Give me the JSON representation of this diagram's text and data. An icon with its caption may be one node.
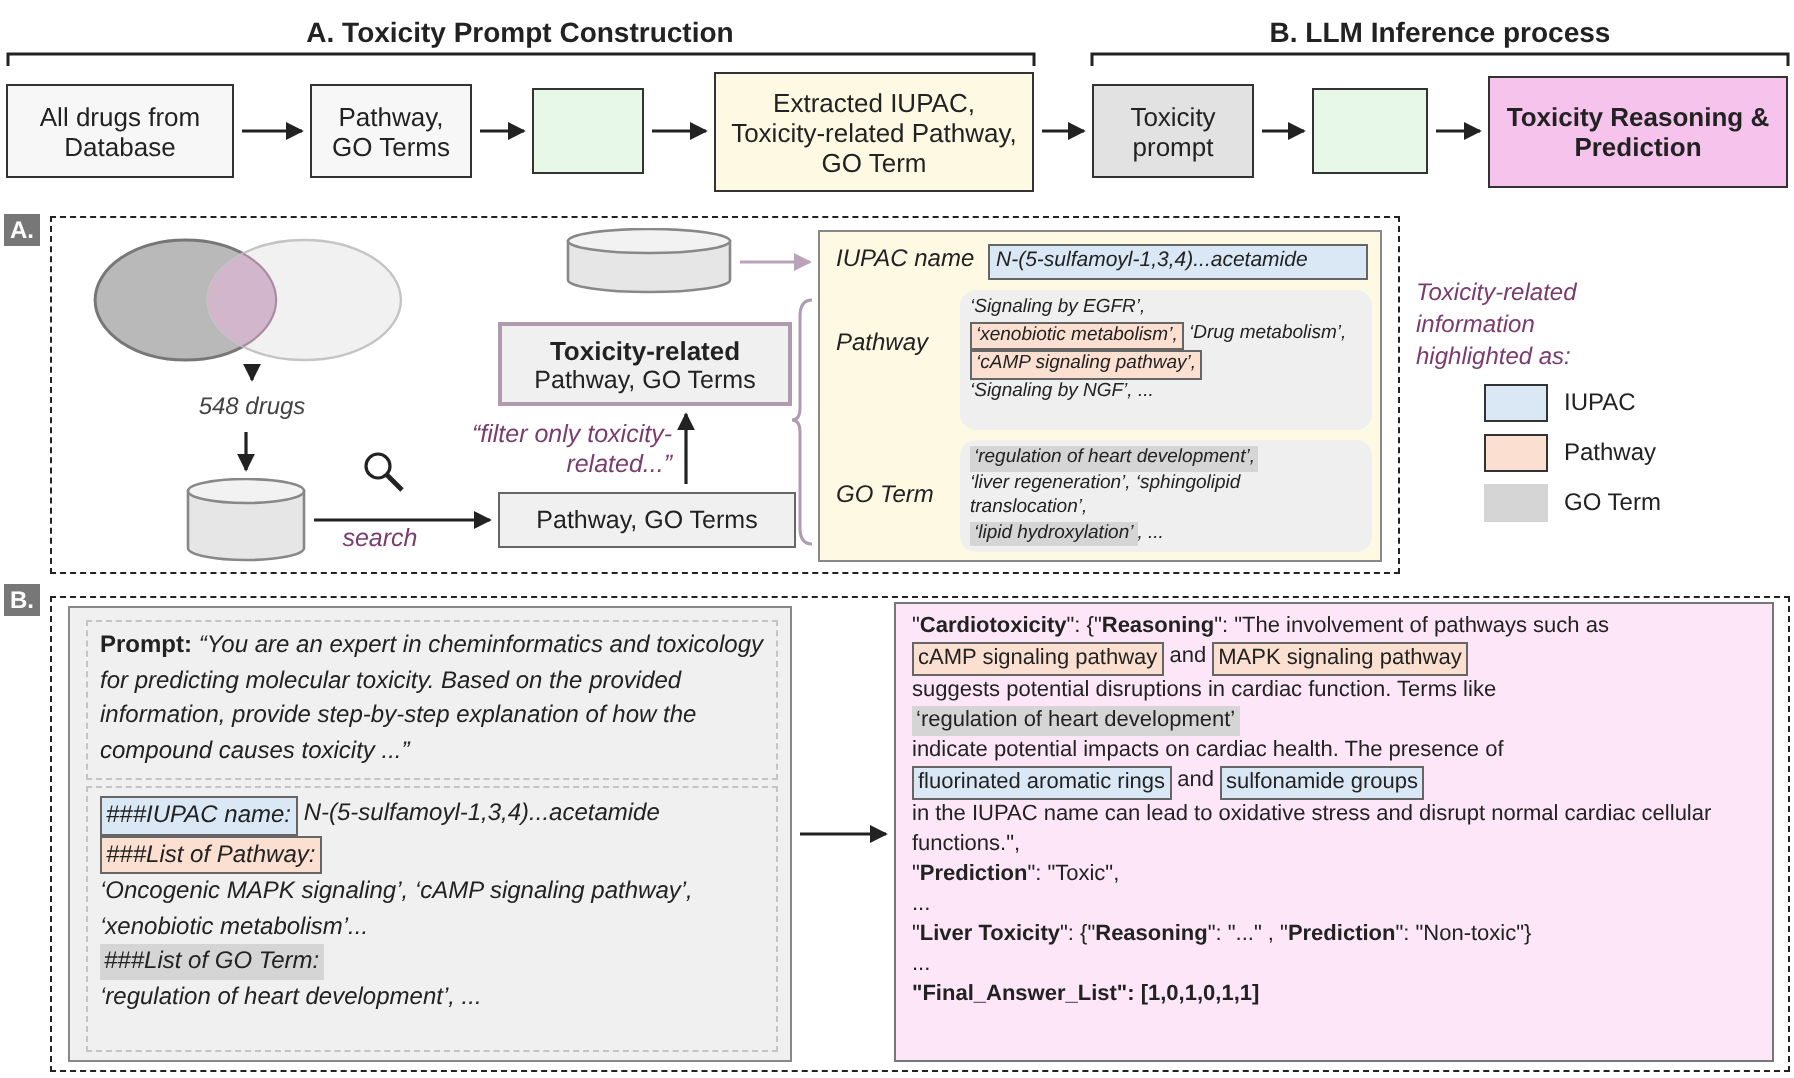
{
  "diagram": {
    "nodes": [
      {
        "text": [
          "All drugs from Database"
        ]
      },
      {
        "text": [
          "Pathway, GO Terms"
        ]
      },
      {
        "text": [],
        "shape": "box"
      },
      {
        "text": [
          "Extracted IUPAC, Toxicity-related Pathway, GO Term"
        ]
      },
      {
        "text": [
          "Toxicity prompt"
        ]
      },
      {
        "text": [],
        "shape": "box"
      },
      {
        "text": [
          "Toxicity Reasoning & Prediction"
        ]
      },
      {
        "text": [
          "A."
        ]
      },
      {
        "text": [],
        "shape": "circle",
        "in": 7
      },
      {
        "text": [
          "548 drugs"
        ],
        "in": 7
      },
      {
        "text": [],
        "shape": "cylinder",
        "in": 7
      },
      {
        "text": [
          "Pathway, GO Terms"
        ],
        "in": 7
      },
      {
        "text": [
          "Toxicity-related",
          "Pathway, GO Terms"
        ],
        "in": 7
      },
      {
        "text": [],
        "shape": "cylinder",
        "in": 7
      },
      {
        "text": [
          "IUPAC name",
          "Pathway",
          "GO Term"
        ],
        "in": 7
      },
      {
        "text": [
          "N-(5-sulfamoyl-1,3,4)...acetamide"
        ],
        "in": 14
      },
      {
        "text": [
          "‘Signaling by EGFR’,",
          "‘Drug metabolism’,",
          "‘Signaling by NGF’, ..."
        ],
        "in": 14
      },
      {
        "text": [
          "‘xenobiotic metabolism’,"
        ],
        "in": 16
      },
      {
        "text": [
          "‘cAMP signaling pathway’,"
        ],
        "in": 16
      },
      {
        "text": [
          "‘liver regeneration’, ‘sphingolipid translocation’,",
          ", ..."
        ],
        "in": 14
      },
      {
        "text": [
          "‘regulation of heart development’,"
        ],
        "in": 19
      },
      {
        "text": [
          "‘lipid hydroxylation’"
        ],
        "in": 19
      },
      {
        "text": [
          "B."
        ]
      },
      {
        "text": [],
        "shape": "box",
        "in": 22
      },
      {
        "text": [
          "**Prompt:** *“You are an expert in cheminformatics and toxicology for predicting molecular toxicity. Based on the provided information, provide step-by-step explanation of how the compound causes toxicity ...”*"
        ],
        "in": 23
      },
      {
        "text": [
          "N-(5-sulfamoyl-1,3,4)...acetamide",
          "‘Oncogenic MAPK signaling’, ‘cAMP signaling pathway’, ‘xenobiotic metabolism’...",
          "‘regulation of heart development’, ..."
        ],
        "in": 23
      },
      {
        "text": [
          "###IUPAC name:"
        ],
        "in": 25
      },
      {
        "text": [
          "###List of Pathway:"
        ],
        "in": 25
      },
      {
        "text": [
          "###List of GO Term:"
        ],
        "in": 25
      },
      {
        "text": [
          "\"**Cardiotoxicity**\": {\"**Reasoning**\": \"The involvement of pathways such as",
          "and",
          "suggests potential disruptions in cardiac function. Terms like",
          "indicate potential impacts on cardiac health. The presence of",
          "and",
          "in the IUPAC name can lead to oxidative stress and disrupt normal cardiac cellular functions.\",",
          "\"**Prediction**\": \"Toxic\",",
          "...",
          "\"**Liver Toxicity**\": {\"**Reasoning**\": \"...\" , \"**Prediction**\": \"Non-toxic\"}",
          "...",
          "\"Final_Answer_List\": [1,0,1,0,1,1]"
        ],
        "in": 22
      },
      {
        "text": [
          "cAMP signaling pathway"
        ],
        "in": 29
      },
      {
        "text": [
          "MAPK signaling pathway"
        ],
        "in": 29
      },
      {
        "text": [
          "‘regulation of heart development’"
        ],
        "in": 29
      },
      {
        "text": [
          "fluorinated aromatic rings"
        ],
        "in": 29
      },
      {
        "text": [
          "sulfonamide groups"
        ],
        "in": 29
      }
    ],
    "edges": [
      {
        "from": 0,
        "to": 1,
        "arrow": "to"
      },
      {
        "from": 1,
        "to": 2,
        "arrow": "to"
      },
      {
        "from": 2,
        "to": 3,
        "arrow": "to"
      },
      {
        "from": 3,
        "to": 4,
        "arrow": "to"
      },
      {
        "from": 4,
        "to": 5,
        "arrow": "to"
      },
      {
        "from": 5,
        "to": 6,
        "arrow": "to"
      },
      {
        "from": 8,
        "to": 9,
        "arrow": "to"
      },
      {
        "from": 9,
        "to": 10,
        "arrow": "to"
      },
      {
        "from": 10,
        "to": 11,
        "arrow": "to",
        "label": "search"
      },
      {
        "from": 11,
        "to": 12,
        "arrow": "to",
        "label": "“filter only toxicity-related...”"
      },
      {
        "from": 13,
        "to": 14,
        "arrow": "to",
        "color": "#b9a3b9"
      },
      {
        "from": 23,
        "to": 29,
        "arrow": "to"
      }
    ],
    "labels": [
      "A. Toxicity Prompt Construction",
      "B. LLM Inference process",
      "Toxicity-related information highlighted as:"
    ],
    "legend": [
      {
        "text": "IUPAC",
        "color": "#dae8f6"
      },
      {
        "text": "Pathway",
        "color": "#fbe0d2"
      },
      {
        "text": "GO Term",
        "color": "#d5d5d5"
      }
    ]
  }
}
